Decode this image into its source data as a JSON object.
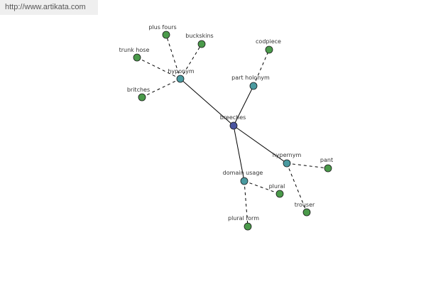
{
  "banner": {
    "url": "http://www.artikata.com"
  },
  "colors": {
    "center_node": "#4a55a0",
    "relation_node": "#4a9aa0",
    "leaf_node": "#4a9a4a",
    "edge": "#000000",
    "banner_bg": "#efefef"
  },
  "graph": {
    "center": {
      "label": "breeches",
      "role": "center"
    },
    "relations": [
      {
        "label": "hyponym",
        "role": "relation"
      },
      {
        "label": "part holonym",
        "role": "relation"
      },
      {
        "label": "hypernym",
        "role": "relation"
      },
      {
        "label": "domain usage",
        "role": "relation"
      }
    ],
    "leaves": [
      {
        "label": "plus fours",
        "parent": "hyponym"
      },
      {
        "label": "buckskins",
        "parent": "hyponym"
      },
      {
        "label": "trunk hose",
        "parent": "hyponym"
      },
      {
        "label": "britches",
        "parent": "hyponym"
      },
      {
        "label": "codpiece",
        "parent": "part holonym"
      },
      {
        "label": "pant",
        "parent": "hypernym"
      },
      {
        "label": "trouser",
        "parent": "hypernym"
      },
      {
        "label": "plural",
        "parent": "domain usage"
      },
      {
        "label": "plural form",
        "parent": "domain usage"
      }
    ]
  }
}
